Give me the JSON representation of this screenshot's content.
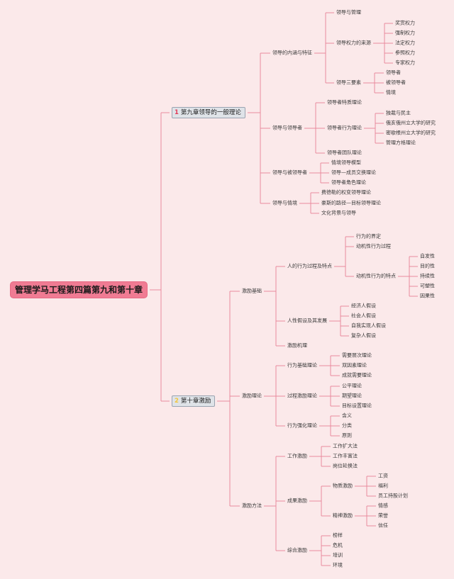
{
  "colors": {
    "line": "#e88a9d",
    "root_bg": "#f07b93",
    "chapter_bg": "#dfe3e8",
    "chapter9_mark": "#e23a57",
    "chapter10_mark": "#f3c43a"
  },
  "root": "管理学马工程第四篇第九和第十章",
  "ch9": {
    "mark": "1",
    "label": "第九章领导的一般理论",
    "b1": {
      "label": "领导的内涵与特征",
      "c1": "领导与管理",
      "c2": {
        "label": "领导权力的来源",
        "items": [
          "奖赏权力",
          "强制权力",
          "法定权力",
          "参照权力",
          "专家权力"
        ]
      },
      "c3": {
        "label": "领导三要素",
        "items": [
          "领导者",
          "被领导者",
          "情境"
        ]
      }
    },
    "b2": {
      "label": "领导与领导者",
      "c1": "领导者特质理论",
      "c2": {
        "label": "领导者行为理论",
        "items": [
          "独裁与民主",
          "俄亥俄州立大学的研究",
          "密歇根州立大学的研究",
          "管理方格理论"
        ]
      },
      "c3": "领导者团队理论"
    },
    "b3": {
      "label": "领导与被领导者",
      "items": [
        "情境领导模型",
        "领导—成员交换理论",
        "领导者角色理论"
      ]
    },
    "b4": {
      "label": "领导与情境",
      "items": [
        "费德勒的权变领导理论",
        "豪斯的路径—目标领导理论",
        "文化背景与领导"
      ]
    }
  },
  "ch10": {
    "mark": "2",
    "label": "第十章激励",
    "b1": {
      "label": "激励基础",
      "c1": {
        "label": "人的行为过程及特点",
        "d1": "行为的界定",
        "d2": "动机性行为过程",
        "d3": {
          "label": "动机性行为的特点",
          "items": [
            "自发性",
            "目的性",
            "持续性",
            "可塑性",
            "因果性"
          ]
        }
      },
      "c2": {
        "label": "人性假设及其发展",
        "items": [
          "经济人假设",
          "社会人假设",
          "自我实现人假设",
          "复杂人假设"
        ]
      },
      "c3": "激励机理"
    },
    "b2": {
      "label": "激励理论",
      "c1": {
        "label": "行为基础理论",
        "items": [
          "需要层次理论",
          "双因素理论",
          "成就需要理论"
        ]
      },
      "c2": {
        "label": "过程激励理论",
        "items": [
          "公平理论",
          "期望理论",
          "目标设置理论"
        ]
      },
      "c3": {
        "label": "行为强化理论",
        "items": [
          "含义",
          "分类",
          "原则"
        ]
      }
    },
    "b3": {
      "label": "激励方法",
      "c1": {
        "label": "工作激励",
        "items": [
          "工作扩大法",
          "工作丰富法",
          "岗位轮换法"
        ]
      },
      "c2": {
        "label": "成果激励",
        "d1": {
          "label": "物质激励",
          "items": [
            "工资",
            "福利",
            "员工持股计划"
          ]
        },
        "d2": {
          "label": "精神激励",
          "items": [
            "情感",
            "荣誉",
            "信任"
          ]
        }
      },
      "c3": {
        "label": "综合激励",
        "items": [
          "榜样",
          "危机",
          "培训",
          "环境"
        ]
      }
    }
  }
}
